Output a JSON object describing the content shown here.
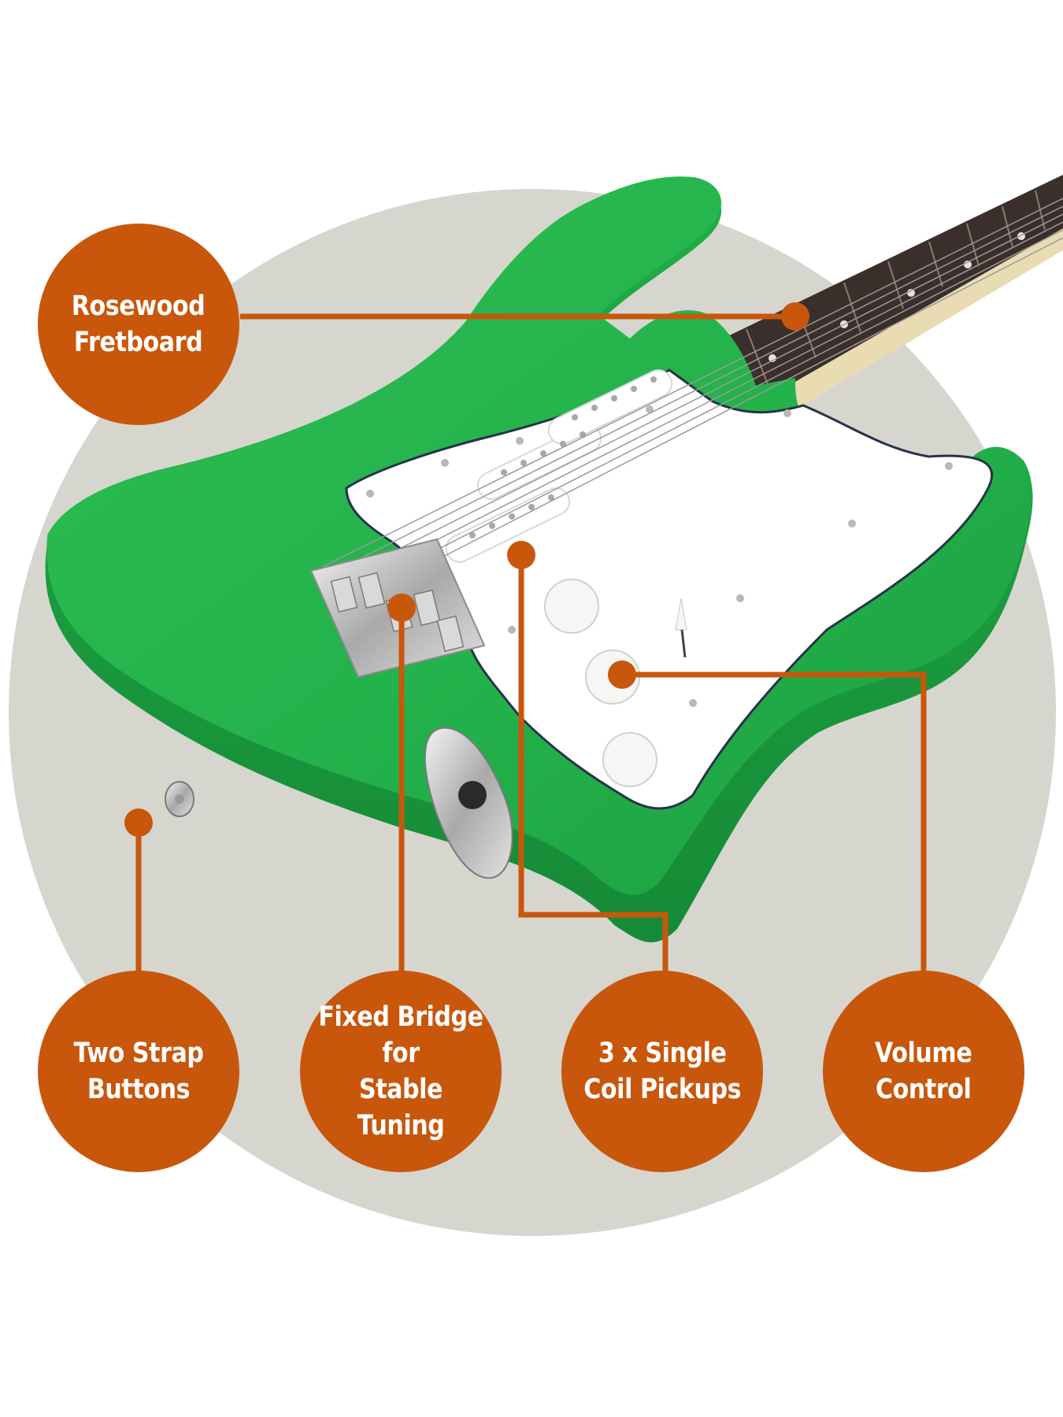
{
  "colors": {
    "accent": "#c8570c",
    "backdrop": "#d6d6ce",
    "guitar_body": "#23b24a",
    "pickguard": "#ffffff",
    "fretboard": "#3b2f2c"
  },
  "features": [
    {
      "label": "Rosewood\nFretboard"
    },
    {
      "label": "Two Strap\nButtons"
    },
    {
      "label": "Fixed Bridge for\nStable Tuning"
    },
    {
      "label": "3 x Single\nCoil Pickups"
    },
    {
      "label": "Volume\nControl"
    }
  ]
}
